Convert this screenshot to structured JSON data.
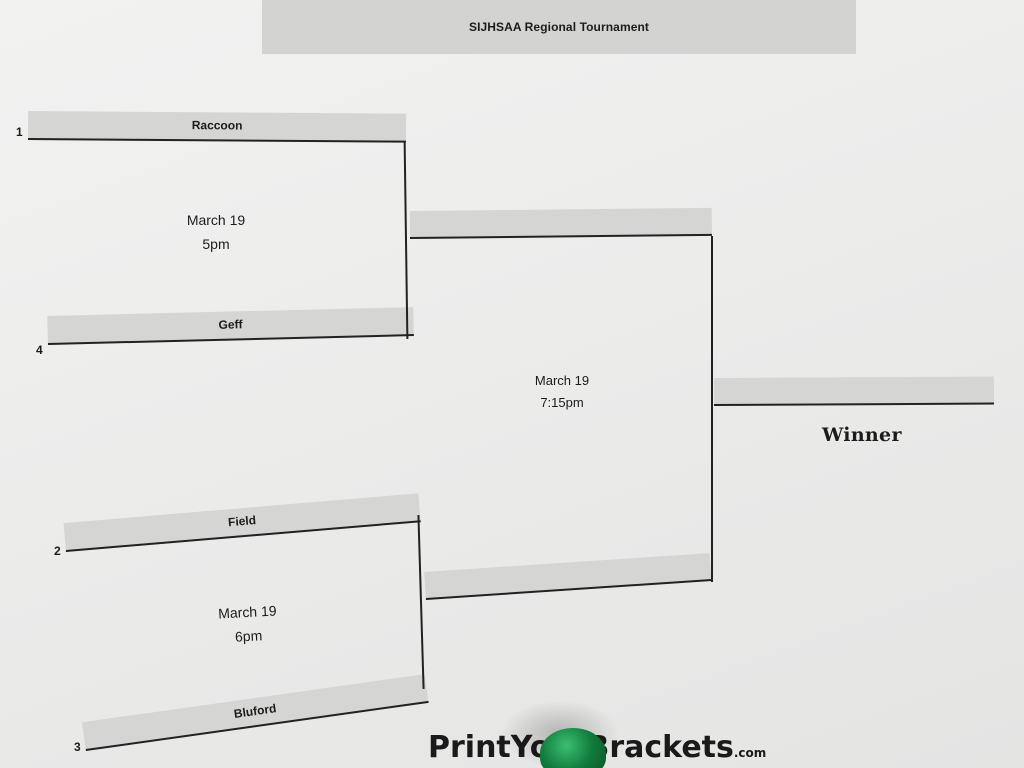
{
  "tournament": {
    "title": "SIJHSAA Regional Tournament"
  },
  "seeds": {
    "s1": "1",
    "s4": "4",
    "s2": "2",
    "s3": "3"
  },
  "teams": {
    "top1": "Raccoon",
    "top2": "Geff",
    "bottom1": "Field",
    "bottom2": "Bluford"
  },
  "games": {
    "game1": {
      "date": "March 19",
      "time": "5pm"
    },
    "game2": {
      "date": "March 19",
      "time": "6pm"
    },
    "final": {
      "date": "March 19",
      "time": "7:15pm"
    }
  },
  "winner_label": "Winner",
  "footer": {
    "brand": "PrintYourBrackets",
    "suffix": ".com"
  },
  "colors": {
    "paper": "#ececeb",
    "slot": "#d5d5d4",
    "line": "#222222",
    "pin": "#117c3c"
  }
}
